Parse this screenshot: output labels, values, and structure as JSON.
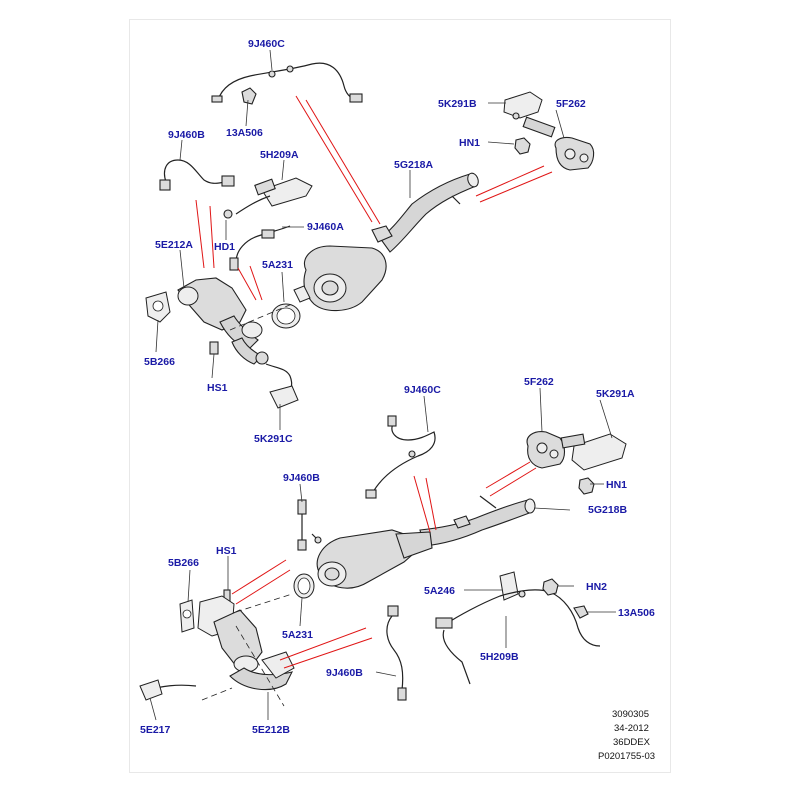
{
  "callouts": {
    "c_9J460C_top": "9J460C",
    "c_13A506_top": "13A506",
    "c_5K291B": "5K291B",
    "c_5F262_top": "5F262",
    "c_HN1_top": "HN1",
    "c_9J460B_top": "9J460B",
    "c_5H209A": "5H209A",
    "c_5G218A": "5G218A",
    "c_9J460A": "9J460A",
    "c_HD1": "HD1",
    "c_5E212A": "5E212A",
    "c_5A231_top": "5A231",
    "c_5B266_top": "5B266",
    "c_HS1_top": "HS1",
    "c_5K291C": "5K291C",
    "c_9J460C_bot": "9J460C",
    "c_5F262_bot": "5F262",
    "c_5K291A": "5K291A",
    "c_HN1_bot": "HN1",
    "c_9J460B_mid": "9J460B",
    "c_5G218B": "5G218B",
    "c_5B266_bot": "5B266",
    "c_HS1_bot": "HS1",
    "c_5A246": "5A246",
    "c_HN2": "HN2",
    "c_13A506_bot": "13A506",
    "c_5A231_bot": "5A231",
    "c_5H209B": "5H209B",
    "c_9J460B_bot": "9J460B",
    "c_5E217": "5E217",
    "c_5E212B": "5E212B"
  },
  "reference": {
    "line1": "3090305",
    "line2": "34-2012",
    "line3": "36DDEX",
    "line4": "P0201755-03"
  },
  "colors": {
    "callout_text": "#1a1aa6",
    "red_lines": "#e01515",
    "line_art": "#222222"
  }
}
